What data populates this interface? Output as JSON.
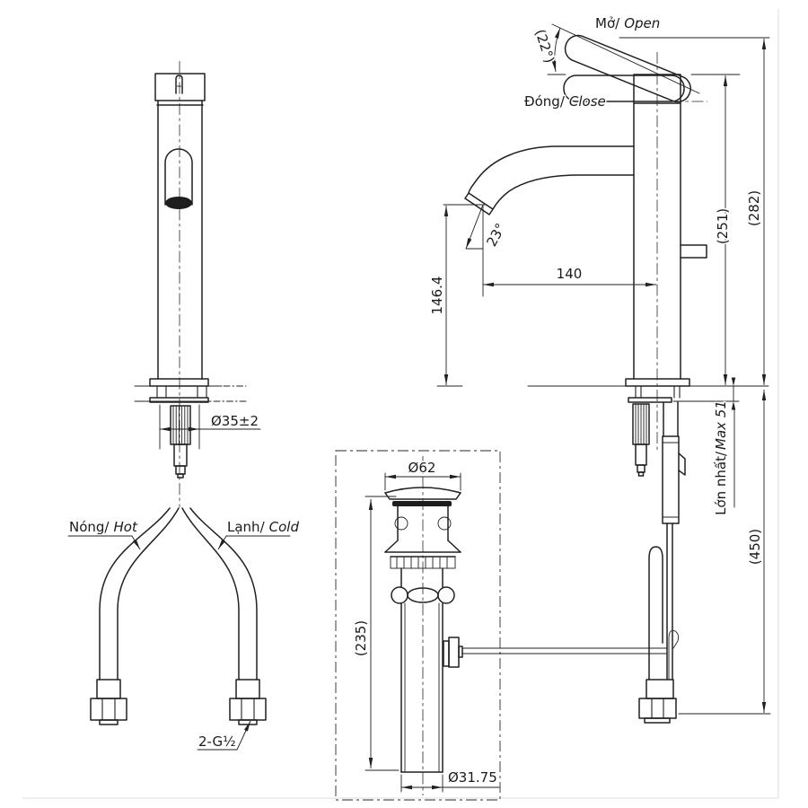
{
  "colors": {
    "line": "#212121",
    "background": "#ffffff",
    "dark_fill": "#1d1d1d",
    "frame": "#dcdcdc"
  },
  "side_view": {
    "open_label": {
      "vi": "Mở/",
      "en": "Open"
    },
    "close_label": {
      "vi": "Đóng/",
      "en": "Close"
    },
    "open_angle": "(22°)",
    "spout_angle": "23°",
    "total_height": "(282)",
    "body_height": "(251)",
    "spout_reach": "140",
    "spout_height": "146.4",
    "max_thickness": {
      "vi": "Lớn nhất/",
      "en": "Max 51"
    },
    "hose_drop": "(450)"
  },
  "front_view": {
    "shank_dia": "Ø35±2",
    "hot_label": {
      "vi": "Nóng/",
      "en": "Hot"
    },
    "cold_label": {
      "vi": "Lạnh/",
      "en": "Cold"
    },
    "thread_label": "2-G½"
  },
  "drain_view": {
    "cap_dia": "Ø62",
    "length": "(235)",
    "pipe_dia": "Ø31.75"
  }
}
